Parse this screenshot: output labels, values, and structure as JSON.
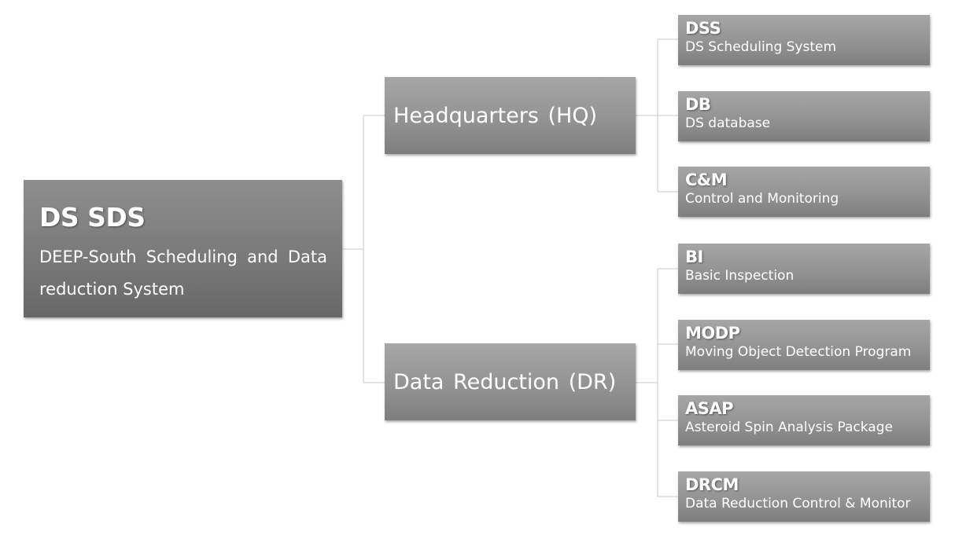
{
  "root": {
    "title": "DS SDS",
    "description": "DEEP-South Scheduling and Data reduction System"
  },
  "branches": [
    {
      "label": "Headquarters (HQ)",
      "children": [
        {
          "code": "DSS",
          "description": "DS Scheduling System"
        },
        {
          "code": "DB",
          "description": "DS database"
        },
        {
          "code": "C&M",
          "description": "Control and Monitoring"
        }
      ]
    },
    {
      "label": "Data Reduction (DR)",
      "children": [
        {
          "code": "BI",
          "description": "Basic Inspection"
        },
        {
          "code": "MODP",
          "description": "Moving Object Detection Program"
        },
        {
          "code": "ASAP",
          "description": "Asteroid Spin Analysis Package"
        },
        {
          "code": "DRCM",
          "description": "Data Reduction Control & Monitor"
        }
      ]
    }
  ],
  "colors": {
    "box_top": "#a6a6a6",
    "box_bottom": "#7e7e7e",
    "root_top": "#8e8e8e",
    "root_bottom": "#676767",
    "text": "#ffffff",
    "connector": "#bfbfbf"
  }
}
